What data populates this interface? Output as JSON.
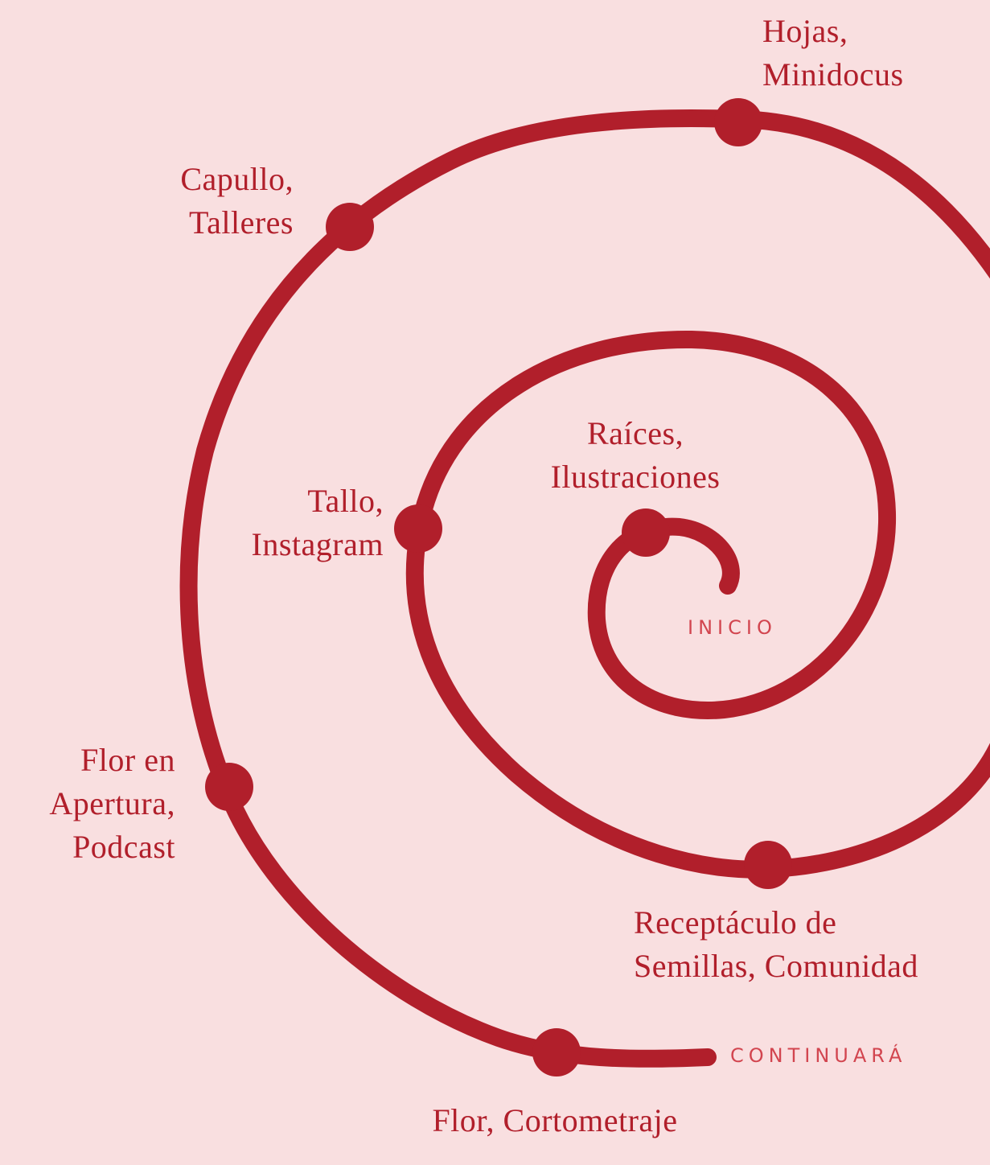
{
  "colors": {
    "background": "#f9dfe0",
    "spiral": "#b11f2b",
    "marker_text": "#d2454f"
  },
  "labels": {
    "hojas": [
      "Hojas,",
      "Minidocus"
    ],
    "capullo": [
      "Capullo,",
      "Talleres"
    ],
    "raices": [
      "Raíces,",
      "Ilustraciones"
    ],
    "tallo": [
      "Tallo,",
      "Instagram"
    ],
    "flor_apertura": [
      "Flor en",
      "Apertura,",
      "Podcast"
    ],
    "receptaculo": [
      "Receptáculo de",
      "Semillas, Comunidad"
    ],
    "flor": "Flor, Cortometraje"
  },
  "markers": {
    "start": "INICIO",
    "end": "CONTINUARÁ"
  }
}
